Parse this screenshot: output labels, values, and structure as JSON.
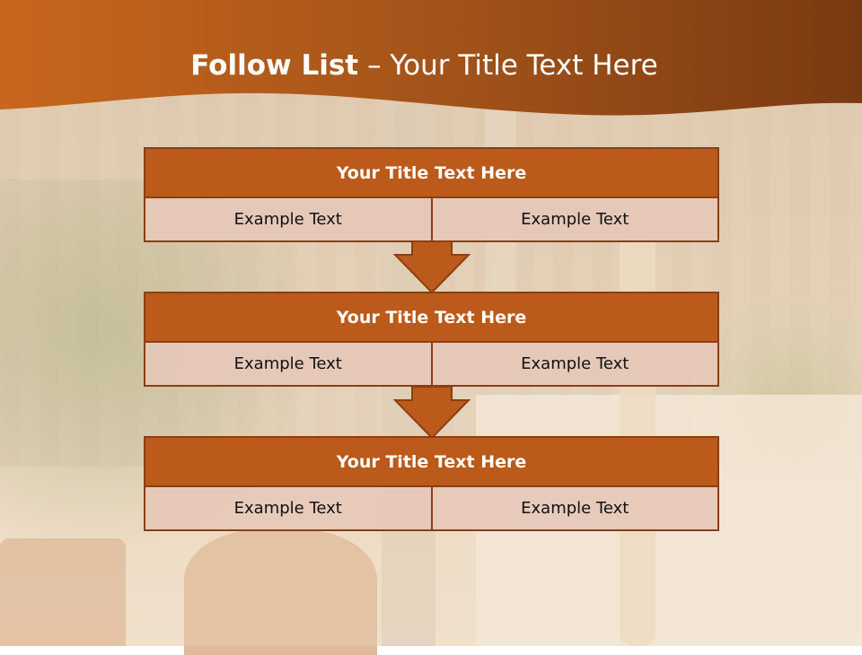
{
  "slide": {
    "title_bold": "Follow List",
    "title_rest": "– Your Title Text Here"
  },
  "rows": [
    {
      "header": "Your Title Text Here",
      "cells": [
        "Example Text",
        "Example Text"
      ]
    },
    {
      "header": "Your Title Text Here",
      "cells": [
        "Example Text",
        "Example Text"
      ]
    },
    {
      "header": "Your Title Text Here",
      "cells": [
        "Example Text",
        "Example Text"
      ]
    }
  ],
  "colors": {
    "accent": "#bb5a1a",
    "accent_dark": "#8b3f12",
    "cell_fill": "#e6c8b9",
    "header_band_left": "#c9661d",
    "header_band_right": "#7a3a10"
  },
  "icons": [
    "down-arrow-icon"
  ]
}
